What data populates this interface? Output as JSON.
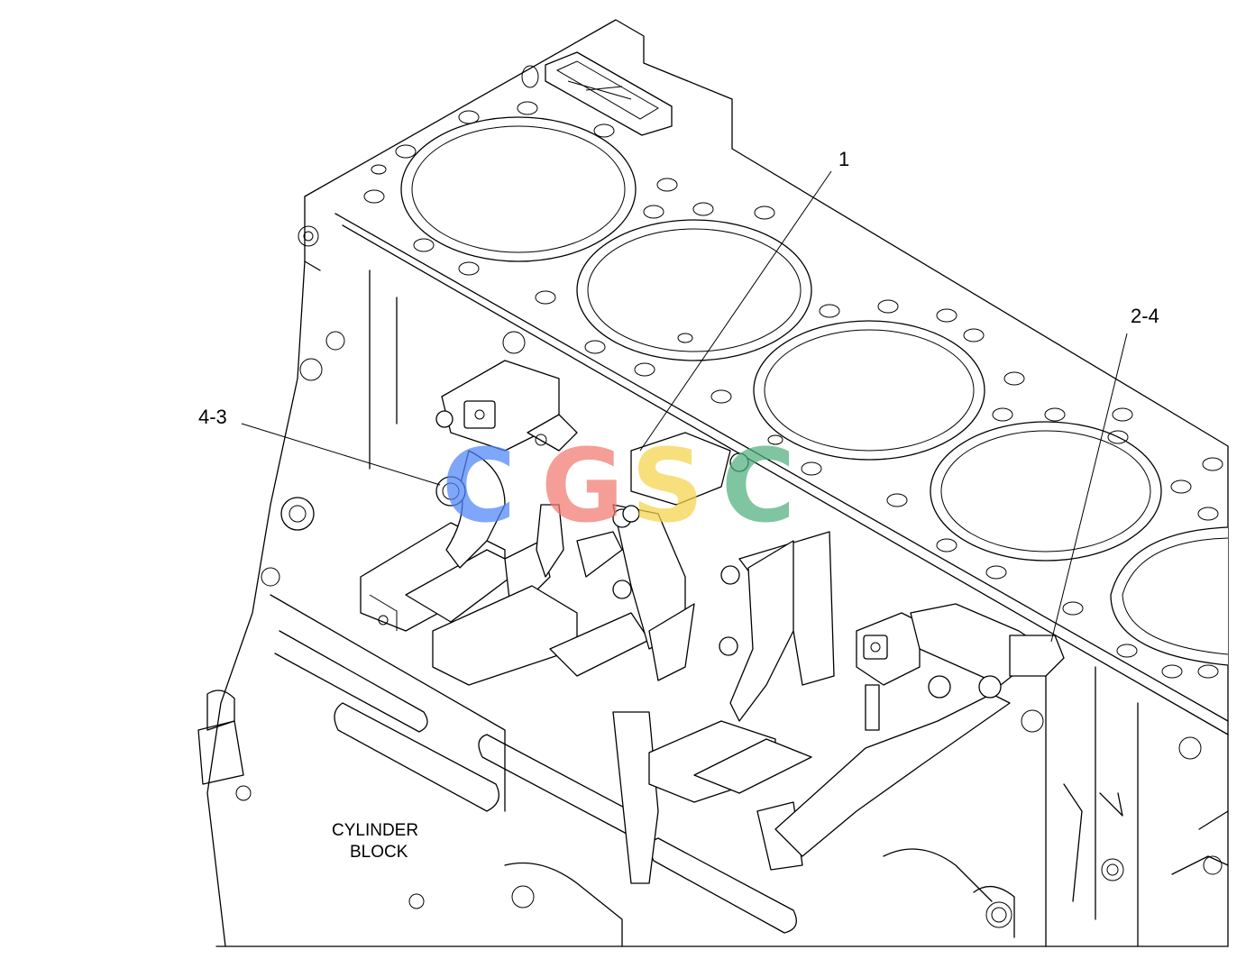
{
  "callouts": [
    {
      "id": "1",
      "label": "1"
    },
    {
      "id": "2-4",
      "label": "2-4"
    },
    {
      "id": "4-3",
      "label": "4-3"
    }
  ],
  "block_label": {
    "line1": "CYLINDER",
    "line2": "BLOCK"
  },
  "watermark": {
    "letters": [
      "C",
      "G",
      "S",
      "C"
    ],
    "colors": [
      "#4f86f7",
      "#f07a70",
      "#f5d34a",
      "#4faf7e"
    ]
  }
}
